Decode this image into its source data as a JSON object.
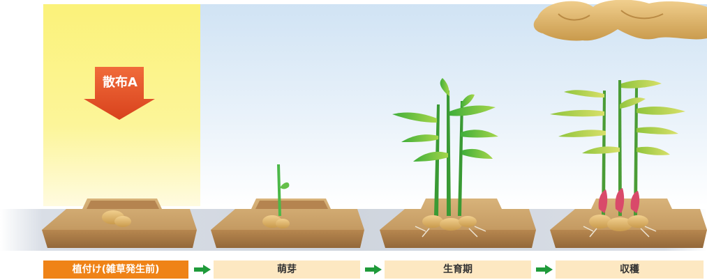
{
  "application": {
    "label": "散布A",
    "color": "#e8582a"
  },
  "stages": [
    {
      "label": "植付け(雑草発生前)",
      "active": true
    },
    {
      "label": "萌芽",
      "active": false
    },
    {
      "label": "生育期",
      "active": false
    },
    {
      "label": "収穫",
      "active": false
    }
  ],
  "colors": {
    "active_stage": "#ef8317",
    "inactive_stage": "#fde8c2",
    "flow_arrow": "#1f9a3a",
    "highlight": "#fbf27a",
    "soil": "#c9a06a"
  }
}
